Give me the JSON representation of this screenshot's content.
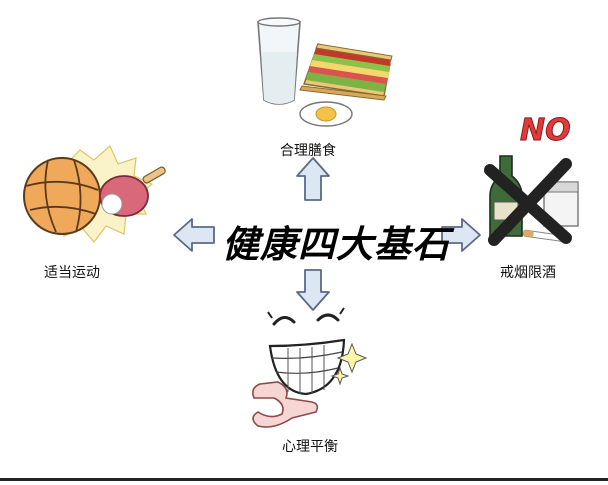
{
  "diagram": {
    "center_title": "健康四大基石",
    "nodes": {
      "top": {
        "label": "合理膳食",
        "icon": "sandwich-and-water-icon"
      },
      "left": {
        "label": "适当运动",
        "icon": "sports-balls-icon"
      },
      "right": {
        "label": "戒烟限酒",
        "icon": "no-smoking-drinking-icon",
        "sign_text": "NO"
      },
      "bottom": {
        "label": "心理平衡",
        "icon": "smiling-face-icon"
      }
    },
    "colors": {
      "arrow_fill": "#dde6f3",
      "arrow_stroke": "#5a6a86",
      "center_text": "#000000"
    }
  }
}
